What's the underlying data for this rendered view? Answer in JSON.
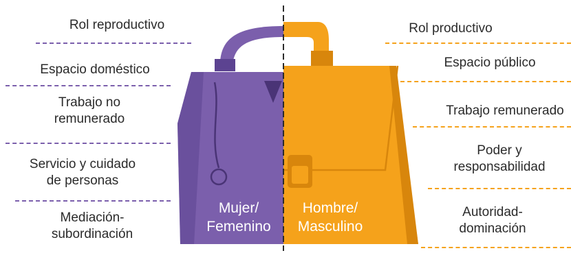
{
  "colors": {
    "female": "#7b5fac",
    "female_dark": "#5c4391",
    "male": "#f5a21b",
    "male_dark": "#d8860c",
    "divider": "#2b2b2b",
    "text": "#2b2b2b"
  },
  "left_labels": [
    {
      "lines": [
        "Rol reproductivo"
      ]
    },
    {
      "lines": [
        "Espacio doméstico"
      ]
    },
    {
      "lines": [
        "Trabajo no",
        "remunerado"
      ]
    },
    {
      "lines": [
        "Servicio y cuidado",
        "de personas"
      ]
    },
    {
      "lines": [
        "Mediación-",
        "subordinación"
      ]
    }
  ],
  "right_labels": [
    {
      "lines": [
        "Rol productivo"
      ]
    },
    {
      "lines": [
        "Espacio público"
      ]
    },
    {
      "lines": [
        "Trabajo remunerado"
      ]
    },
    {
      "lines": [
        "Poder y",
        "responsabilidad"
      ]
    },
    {
      "lines": [
        "Autoridad-",
        "dominación"
      ]
    }
  ],
  "bag": {
    "female_label": [
      "Mujer/",
      "Femenino"
    ],
    "male_label": [
      "Hombre/",
      "Masculino"
    ]
  },
  "icons": {
    "female_side": "purple-handbag-icon",
    "male_side": "orange-briefcase-icon"
  }
}
